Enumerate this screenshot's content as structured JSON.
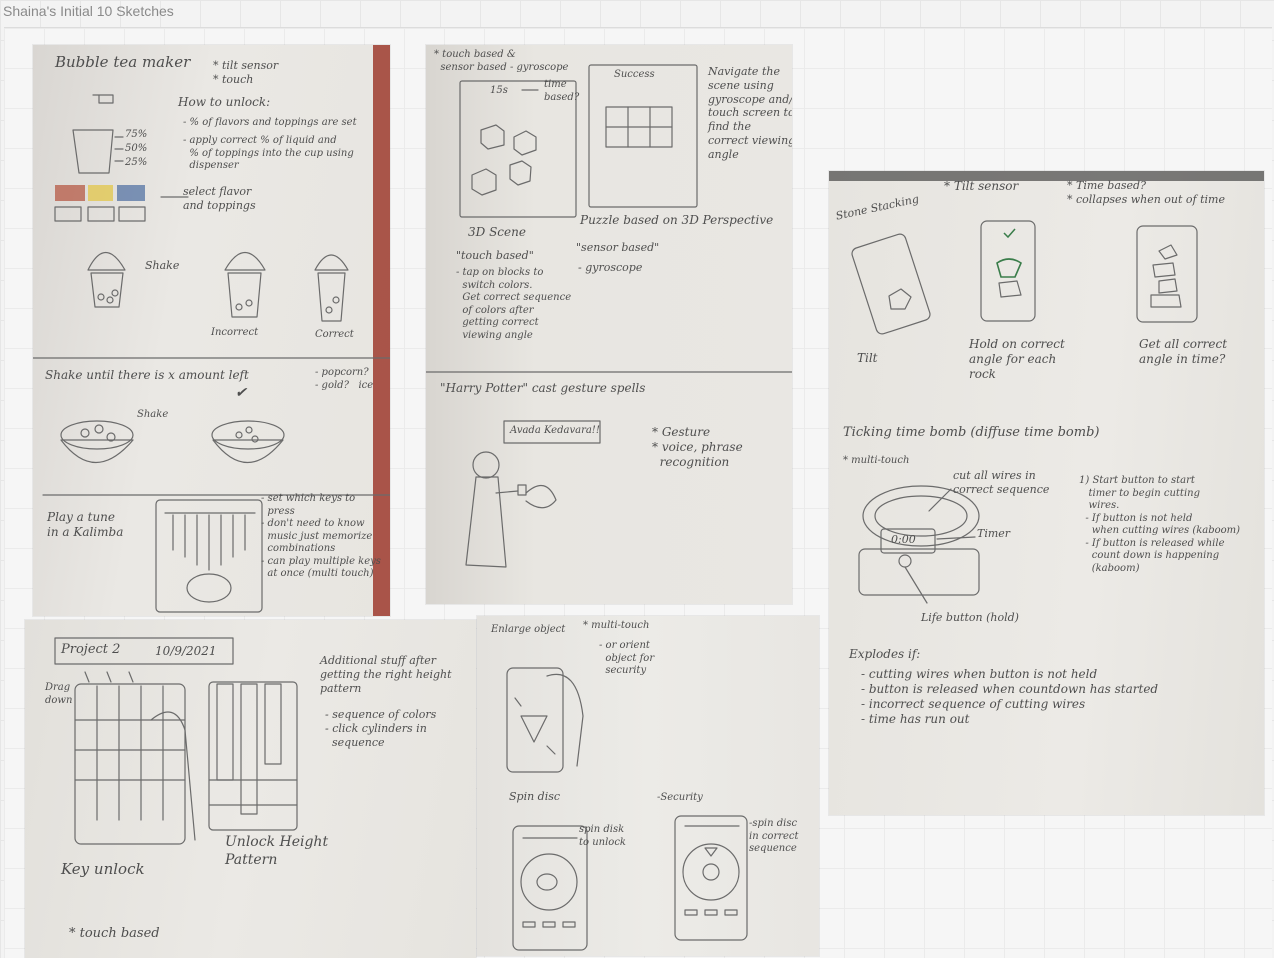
{
  "board": {
    "frame_title": "Shaina's Initial 10 Sketches"
  },
  "sketch1": {
    "bubble_tea": {
      "title": "Bubble tea maker",
      "sensors": "* tilt sensor\n* touch",
      "how_to_unlock": "How to unlock:",
      "rule1": "- % of flavors and toppings are set",
      "rule2": "- apply correct % of liquid and\n  % of toppings into the cup using\n  dispenser",
      "pct75": "75%",
      "pct50": "50%",
      "pct25": "25%",
      "select": "select flavor\nand toppings",
      "shake": "Shake",
      "incorrect": "Incorrect",
      "correct": "Correct"
    },
    "shake_game": {
      "title": "Shake until there is x amount left",
      "options": "- popcorn?\n- gold?   ice",
      "shake": "Shake",
      "check": "✔"
    },
    "kalimba": {
      "title": "Play a tune\nin a Kalimba",
      "notes": "- set which keys to\n  press\n- don't need to know\n  music just memorize\n  combinations\n- can play multiple keys\n  at once (multi touch)"
    }
  },
  "sketch2": {
    "header": "* touch based &\n  sensor based - gyroscope",
    "timer": "15s",
    "time_based": "time\nbased?",
    "success": "Success",
    "navigate": "Navigate the\nscene using\ngyroscope and/or\ntouch screen to\nfind the\ncorrect viewing\nangle",
    "scene_label": "3D Scene",
    "puzzle_label": "Puzzle based on 3D Perspective",
    "touch_based": "\"touch based\"",
    "touch_notes": "- tap on blocks to\n  switch colors.\n  Get correct sequence\n  of colors after\n  getting correct\n  viewing angle",
    "sensor_based": "\"sensor based\"",
    "sensor_notes": "- gyroscope",
    "hp_title": "\"Harry Potter\" cast gesture spells",
    "speech": "Avada Kedavara!!",
    "hp_notes": "* Gesture\n* voice, phrase\n  recognition"
  },
  "sketch3": {
    "stacking": "Stone Stacking",
    "tilt_sensor": "* Tilt sensor",
    "time_notes": "* Time based?\n* collapses when out of time",
    "tilt": "Tilt",
    "hold": "Hold on correct\nangle for each\nrock",
    "get_all": "Get all correct\nangle in time?",
    "bomb_title": "Ticking time bomb (diffuse time bomb)",
    "multi_touch": "* multi-touch",
    "cut_wires": "cut all wires in\ncorrect sequence",
    "timer_label": "Timer",
    "timer_display": "0:00",
    "start_notes": "1) Start button to start\n   timer to begin cutting\n   wires.\n  - If button is not held\n    when cutting wires (kaboom)\n  - If button is released while\n    count down is happening\n    (kaboom)",
    "life_button": "Life button (hold)",
    "explodes_title": "Explodes if:",
    "explodes_list": "- cutting wires when button is not held\n- button is released when countdown has started\n- incorrect sequence of cutting wires\n- time has run out"
  },
  "sketch4": {
    "project": "Project 2",
    "date": "10/9/2021",
    "drag_down": "Drag\ndown",
    "additional": "Additional stuff after\ngetting the right height\npattern",
    "additional_list": "- sequence of colors\n- click cylinders in\n  sequence",
    "key_unlock": "Key unlock",
    "unlock_height": "Unlock Height\nPattern",
    "touch_based": "* touch based"
  },
  "sketch5": {
    "enlarge": "Enlarge object",
    "multi_touch": "* multi-touch",
    "orient": "- or orient\n  object for\n  security",
    "spin_disc": "Spin disc",
    "security": "-Security",
    "spin_unlock": "spin disk\nto unlock",
    "spin_sequence": "-spin disc\nin correct\nsequence"
  }
}
